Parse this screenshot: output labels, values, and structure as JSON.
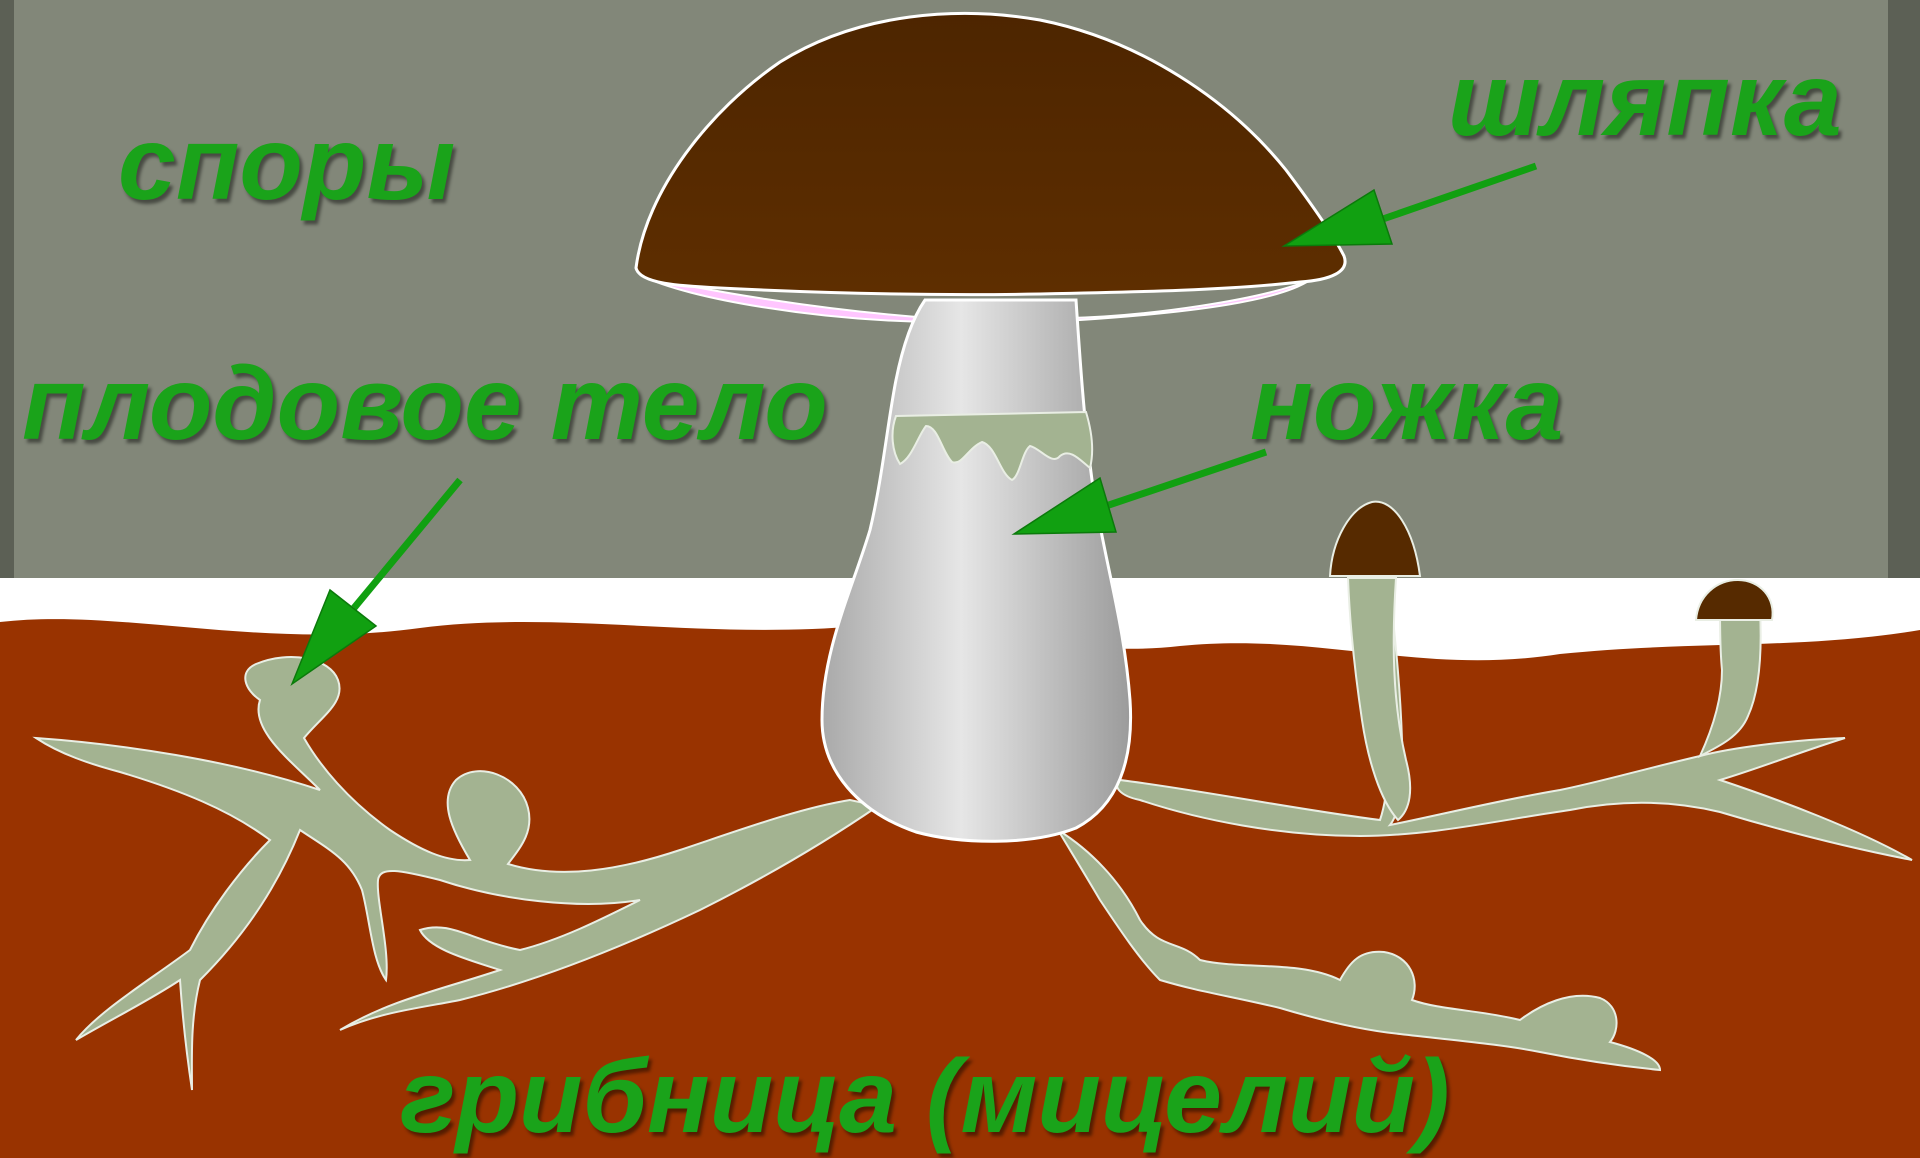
{
  "labels": {
    "spores": "споры",
    "cap": "шляпка",
    "fruiting_body": "плодовое тело",
    "stem": "ножка",
    "mycelium": "грибница (мицелий)"
  },
  "colors": {
    "background": "#7f8478",
    "soil": "#993300",
    "cap": "#562a00",
    "gills": "#ffc6ff",
    "stem": "#c9c9c9",
    "mycelium": "#a3b391",
    "label": "#1aa31a",
    "arrow": "#11a011"
  }
}
